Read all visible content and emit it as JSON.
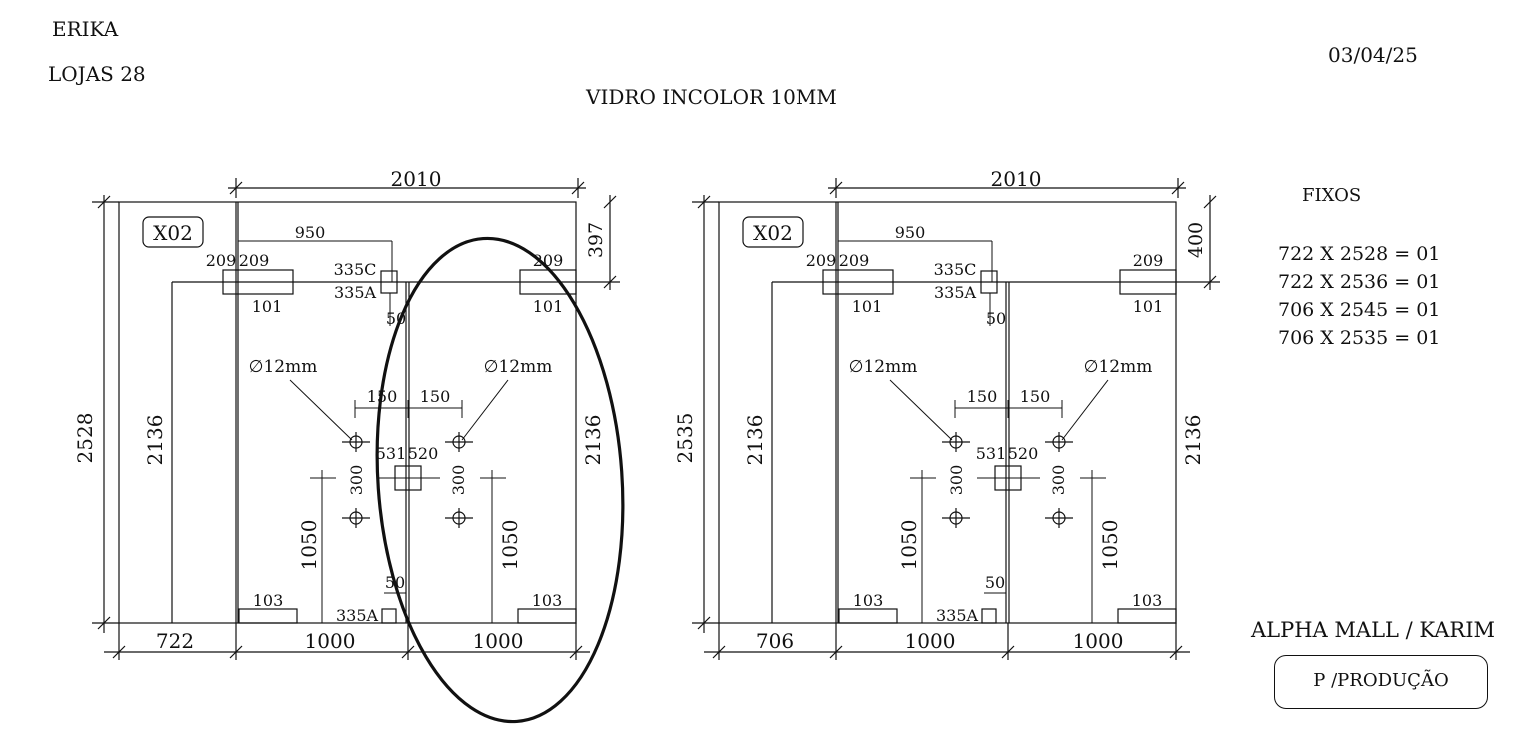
{
  "header": {
    "client": "ERIKA",
    "store": "LOJAS  28",
    "date": "03/04/25",
    "glass_spec": "VIDRO INCOLOR 10MM"
  },
  "drawings": [
    {
      "tag": "X02",
      "overall_width": "2010",
      "overall_height": "2528",
      "top_offset": "397",
      "fixed_width": "722",
      "door_width_left": "1000",
      "door_width_right": "1000",
      "fixed_height": "2136",
      "right_height": "2136",
      "hinge_dim": "950",
      "patch_top_left_a": "209",
      "patch_top_left_b": "209",
      "patch_top_right": "209",
      "patch_top_left_code": "101",
      "patch_top_right_code": "101",
      "lock_top_c": "335C",
      "lock_top_a": "335A",
      "lock_top_gap": "50",
      "hole_left": "∅12mm",
      "hole_right": "∅12mm",
      "handle_offset_left": "150",
      "handle_offset_right": "150",
      "handle_spacing_left": "300",
      "handle_spacing_right": "300",
      "lock_left": "531",
      "lock_right": "520",
      "handle_height_left": "1050",
      "handle_height_right": "1050",
      "bottom_gap": "50",
      "bottom_patch_left": "103",
      "bottom_patch_right": "103",
      "bottom_lock": "335A"
    },
    {
      "tag": "X02",
      "overall_width": "2010",
      "overall_height": "2535",
      "top_offset": "400",
      "fixed_width": "706",
      "door_width_left": "1000",
      "door_width_right": "1000",
      "fixed_height": "2136",
      "right_height": "2136",
      "hinge_dim": "950",
      "patch_top_left_a": "209",
      "patch_top_left_b": "209",
      "patch_top_right": "209",
      "patch_top_left_code": "101",
      "patch_top_right_code": "101",
      "lock_top_c": "335C",
      "lock_top_a": "335A",
      "lock_top_gap": "50",
      "hole_left": "∅12mm",
      "hole_right": "∅12mm",
      "handle_offset_left": "150",
      "handle_offset_right": "150",
      "handle_spacing_left": "300",
      "handle_spacing_right": "300",
      "lock_left": "531",
      "lock_right": "520",
      "handle_height_left": "1050",
      "handle_height_right": "1050",
      "bottom_gap": "50",
      "bottom_patch_left": "103",
      "bottom_patch_right": "103",
      "bottom_lock": "335A"
    }
  ],
  "fixos": {
    "title": "FIXOS",
    "items": [
      "722 X 2528 = 01",
      "722 X 2536 = 01",
      "706 X 2545 = 01",
      "706 X 2535 = 01"
    ]
  },
  "project": "ALPHA MALL / KARIM",
  "stamp": "P /PRODUÇÃO"
}
